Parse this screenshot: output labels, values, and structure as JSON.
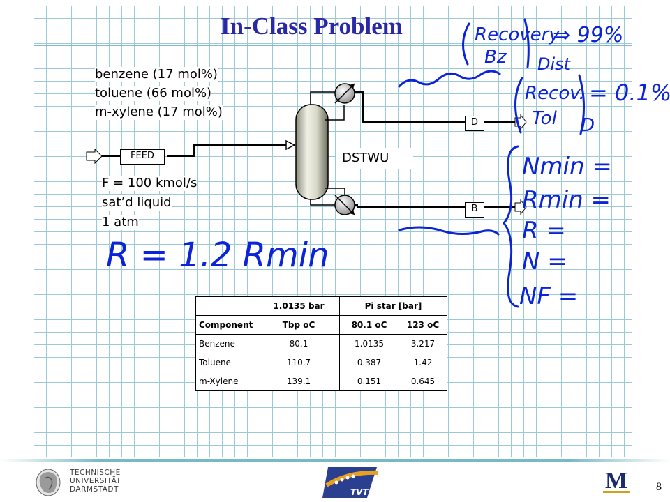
{
  "slide": {
    "title": "In-Class Problem",
    "page_number": "8"
  },
  "feed_composition": [
    "benzene (17 mol%)",
    "toluene (66 mol%)",
    "m-xylene (17 mol%)"
  ],
  "feed_conditions": [
    "F = 100 kmol/s",
    "sat’d liquid",
    "1 atm"
  ],
  "flowsheet": {
    "feed_label": "FEED",
    "distillate_label": "D",
    "bottoms_label": "B",
    "block_label": "DSTWU"
  },
  "table": {
    "header1": [
      "",
      "1.0135 bar",
      "Pi star [bar]"
    ],
    "header2": [
      "Component",
      "Tbp oC",
      "80.1 oC",
      "123 oC"
    ],
    "rows": [
      [
        "Benzene",
        "80.1",
        "1.0135",
        "3.217"
      ],
      [
        "Toluene",
        "110.7",
        "0.387",
        "1.42"
      ],
      [
        "m-Xylene",
        "139.1",
        "0.151",
        "0.645"
      ]
    ]
  },
  "handwriting": {
    "recovery_bz": [
      "Recovery",
      "Bz"
    ],
    "recovery_bz_value": "⇒ 99%",
    "dist": "Dist",
    "recovery_tol": [
      "Recov.",
      "Tol"
    ],
    "recovery_tol_value": "= 0.1%",
    "d_mark": "D",
    "reflux_spec": "R = 1.2 Rmin",
    "unknowns": [
      "Nmin =",
      "Rmin =",
      "R =",
      "N =",
      "NF ="
    ]
  },
  "footer": {
    "university_lines": [
      "TECHNISCHE",
      "UNIVERSITÄT",
      "DARMSTADT"
    ],
    "center_logo_text": "TVT",
    "right_logo_letter": "M"
  },
  "colors": {
    "title": "#2828a8",
    "grid": "#9cc9d6",
    "ink": "#0b24d8",
    "column": "#c8c8b8"
  }
}
